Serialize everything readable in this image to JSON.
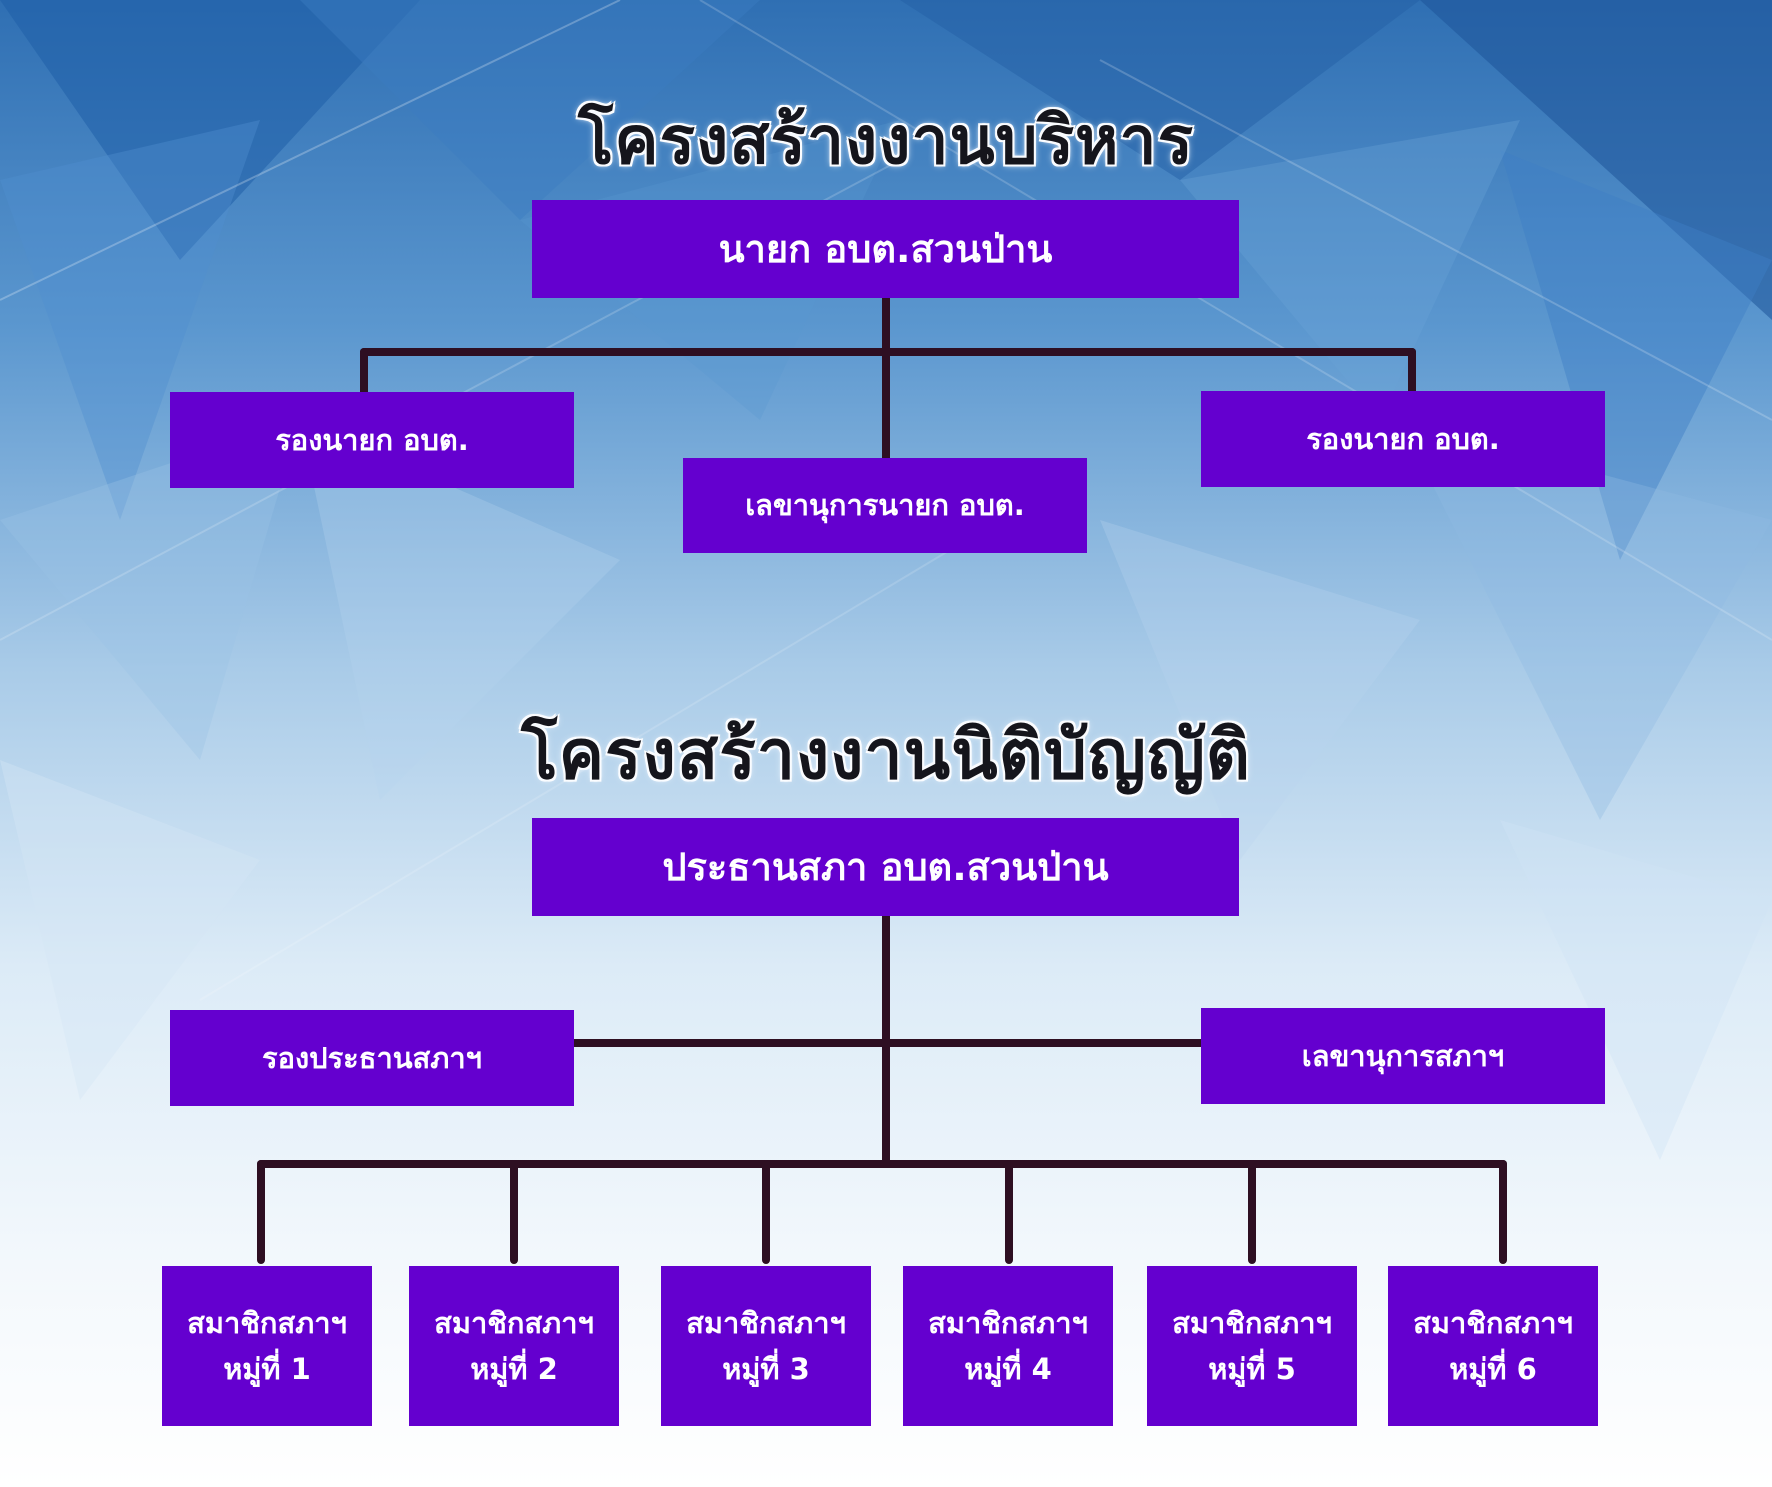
{
  "executive": {
    "title": "โครงสร้างงานบริหาร",
    "head": "นายก อบต.สวนป่าน",
    "deputy_left": "รองนายก อบต.",
    "secretary": "เลขานุการนายก อบต.",
    "deputy_right": "รองนายก อบต."
  },
  "legislative": {
    "title": "โครงสร้างงานนิติบัญญัติ",
    "head": "ประธานสภา อบต.สวนป่าน",
    "vice_chair": "รองประธานสภาฯ",
    "secretary": "เลขานุการสภาฯ",
    "members": [
      {
        "line1": "สมาชิกสภาฯ",
        "line2": "หมู่ที่ 1"
      },
      {
        "line1": "สมาชิกสภาฯ",
        "line2": "หมู่ที่ 2"
      },
      {
        "line1": "สมาชิกสภาฯ",
        "line2": "หมู่ที่ 3"
      },
      {
        "line1": "สมาชิกสภาฯ",
        "line2": "หมู่ที่ 4"
      },
      {
        "line1": "สมาชิกสภาฯ",
        "line2": "หมู่ที่ 5"
      },
      {
        "line1": "สมาชิกสภาฯ",
        "line2": "หมู่ที่ 6"
      }
    ]
  },
  "colors": {
    "box": "#6400cf",
    "connector": "#2e0f22",
    "box_text": "#ffffff"
  }
}
